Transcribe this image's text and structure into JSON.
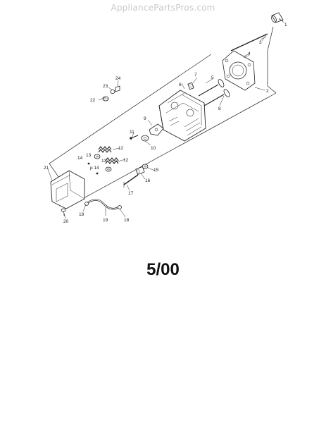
{
  "watermark": "AppliancePartsPros.com",
  "diagram": {
    "callouts": [
      {
        "id": "c1",
        "text": "1"
      },
      {
        "id": "c2",
        "text": "2"
      },
      {
        "id": "c3",
        "text": "3"
      },
      {
        "id": "c4",
        "text": "4"
      },
      {
        "id": "c5",
        "text": "5"
      },
      {
        "id": "c6",
        "text": "6"
      },
      {
        "id": "c7",
        "text": "7"
      },
      {
        "id": "c8",
        "text": "8"
      },
      {
        "id": "c9",
        "text": "9"
      },
      {
        "id": "c10",
        "text": "10"
      },
      {
        "id": "c11",
        "text": "11"
      },
      {
        "id": "c12",
        "text": "12"
      },
      {
        "id": "c12b",
        "text": "12"
      },
      {
        "id": "c13",
        "text": "13"
      },
      {
        "id": "c13b",
        "text": "13"
      },
      {
        "id": "c14",
        "text": "14"
      },
      {
        "id": "c14b",
        "text": "p 14"
      },
      {
        "id": "c15",
        "text": "15"
      },
      {
        "id": "c16",
        "text": "16"
      },
      {
        "id": "c17",
        "text": "17"
      },
      {
        "id": "c18",
        "text": "18"
      },
      {
        "id": "c18b",
        "text": "18"
      },
      {
        "id": "c19",
        "text": "19"
      },
      {
        "id": "c20",
        "text": "20"
      },
      {
        "id": "c21",
        "text": "21"
      },
      {
        "id": "c22",
        "text": "22"
      },
      {
        "id": "c23",
        "text": "23"
      },
      {
        "id": "c24",
        "text": "24"
      }
    ]
  },
  "date_code": "5/00"
}
